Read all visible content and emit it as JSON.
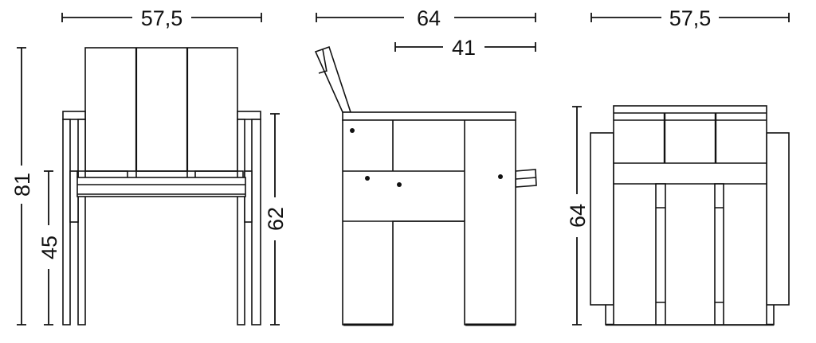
{
  "front_view": {
    "width_label": "57,5",
    "height_label": "81",
    "seat_height_label": "45",
    "arm_height_label": "62"
  },
  "side_view": {
    "depth_label": "64",
    "seat_depth_label": "41"
  },
  "top_view": {
    "width_label": "57,5",
    "depth_label": "64"
  },
  "colors": {
    "line": "#111111",
    "background": "#ffffff"
  }
}
